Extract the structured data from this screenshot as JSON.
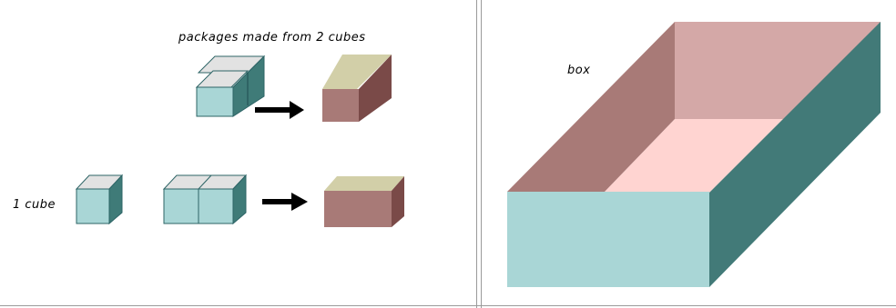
{
  "left_panel": {
    "label_packages": "packages made from 2 cubes",
    "label_cube": "1 cube"
  },
  "right_panel": {
    "label_box": "box"
  },
  "colors": {
    "cube_front": "#a9d6d6",
    "cube_side": "#3f7b78",
    "cube_top": "#e2e2e2",
    "cube_outline": "#2d6466",
    "package_front": "#a87a77",
    "package_side": "#7a4a48",
    "package_top": "#d2cfa8",
    "box_front": "#a9d6d6",
    "box_side": "#427a78",
    "box_left_wall": "#a87a77",
    "box_back_wall": "#d4a8a7",
    "box_floor": "#ffd4d1",
    "arrow": "#000000"
  }
}
